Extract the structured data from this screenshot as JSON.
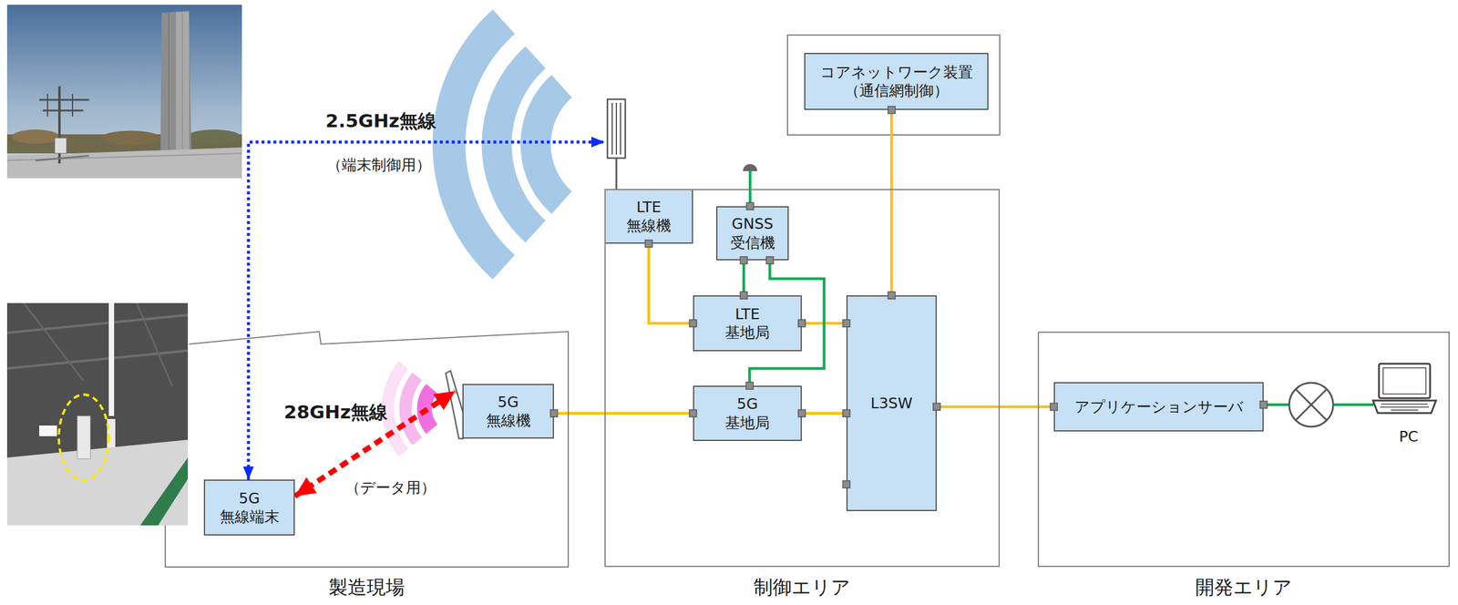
{
  "diagram": {
    "nodes": [
      {
        "text": [
          "製造現場"
        ]
      },
      {
        "text": [
          "5G 無線機"
        ],
        "in": 0
      },
      {
        "text": [
          "5G 無線端末"
        ],
        "in": 0
      },
      {
        "text": [
          "制御エリア"
        ]
      },
      {
        "text": [
          "LTE 無線機"
        ],
        "in": 3
      },
      {
        "text": [
          "GNSS 受信機"
        ],
        "in": 3
      },
      {
        "text": [
          "LTE 基地局"
        ],
        "in": 3
      },
      {
        "text": [
          "5G 基地局"
        ],
        "in": 3
      },
      {
        "text": [
          "L3SW"
        ],
        "in": 3
      },
      {
        "text": [
          "コアネットワーク装置 （通信網制御）"
        ]
      },
      {
        "text": [
          "開発エリア"
        ]
      },
      {
        "text": [
          "アプリケーションサーバ"
        ],
        "in": 10
      }
    ],
    "edges": [
      {
        "from": 4,
        "to": 6,
        "arrow": "none"
      },
      {
        "from": 6,
        "to": 8,
        "arrow": "none"
      },
      {
        "from": 1,
        "to": 7,
        "arrow": "none"
      },
      {
        "from": 7,
        "to": 8,
        "arrow": "none"
      },
      {
        "from": 8,
        "to": 9,
        "arrow": "none"
      },
      {
        "from": 8,
        "to": 11,
        "arrow": "none"
      },
      {
        "from": 5,
        "to": 6,
        "arrow": "none"
      },
      {
        "from": 5,
        "to": 7,
        "arrow": "none"
      },
      {
        "from": 2,
        "to": 4,
        "arrow": "both",
        "label": "2.5GHz無線"
      },
      {
        "from": 2,
        "to": 1,
        "arrow": "both",
        "label": "28GHz無線"
      }
    ],
    "labels": [
      "（端末制御用）",
      "（データ用）",
      "PC"
    ]
  }
}
